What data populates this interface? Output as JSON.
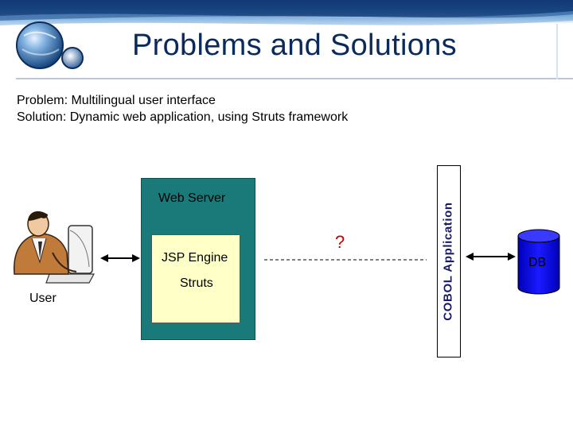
{
  "title": "Problems and Solutions",
  "problem_line": "Problem: Multilingual user interface",
  "solution_line": "Solution: Dynamic web application, using Struts framework",
  "diagram": {
    "user_label": "User",
    "web_server_label": "Web Server",
    "jsp_engine_label": "JSP Engine",
    "struts_label": "Struts",
    "unknown_link_label": "?",
    "cobol_label": "COBOL Application",
    "db_label": "DB"
  },
  "colors": {
    "title": "#0a2a5c",
    "web_server_fill": "#1a7a7a",
    "jsp_box_fill": "#ffffc8",
    "db_fill": "#0000ee",
    "question_mark": "#cc0000"
  },
  "icons": [
    "globe-logo-icon",
    "user-at-computer-icon",
    "database-cylinder-icon"
  ]
}
